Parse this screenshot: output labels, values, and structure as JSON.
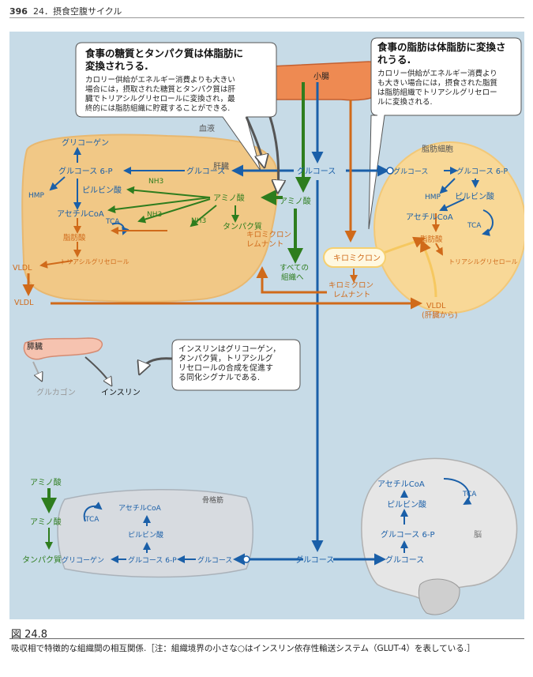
{
  "header": {
    "page_number": "396",
    "chapter": "24．摂食空腹サイクル"
  },
  "callouts": {
    "carb": {
      "title1": "食事の糖質とタンパク質は体脂肪に",
      "title2": "変換されうる.",
      "body": [
        "カロリー供給がエネルギー消費よりも大きい",
        "場合には，摂取された糖質とタンパク質は肝",
        "臓でトリアシルグリセロールに変換され，最",
        "終的には脂肪組織に貯蔵することができる."
      ]
    },
    "fat": {
      "title1": "食事の脂肪は体脂肪に変換さ",
      "title2": "れうる.",
      "body": [
        "カロリー供給がエネルギー消費より",
        "も大きい場合には，摂食された脂質",
        "は脂肪組織でトリアシルグリセロー",
        "ルに変換される."
      ]
    },
    "insulin": {
      "lines": [
        "インスリンはグリコーゲン，",
        "タンパク質，トリアシルグ",
        "リセロールの合成を促進す",
        "る同化シグナルである."
      ]
    }
  },
  "organs": {
    "liver": "肝臓",
    "blood": "血液",
    "adipose": "脂肪細胞",
    "intestine": "小腸",
    "pancreas": "膵臓",
    "muscle": "骨格筋",
    "brain": "脳"
  },
  "labels": {
    "glucose": "グルコース",
    "glucose6p": "グルコース 6-P",
    "glycogen": "グリコーゲン",
    "hmp": "HMP",
    "pyruvate": "ピルビン酸",
    "acetylcoa": "アセチルCoA",
    "tca": "TCA",
    "nh3": "NH3",
    "amino_acid": "アミノ酸",
    "protein": "タンパク質",
    "fatty_acid": "脂肪酸",
    "tag": "トリアシルグリセロール",
    "vldl": "VLDL",
    "vldl_from_liver": "(肝臓から)",
    "chylomicron": "キロミクロン",
    "chylo_remnant_1": "キロミクロン",
    "chylo_remnant_2": "レムナント",
    "to_all_1": "すべての",
    "to_all_2": "組織へ",
    "glucagon": "グルカゴン",
    "insulin": "インスリン"
  },
  "caption": {
    "title": "図 24.8",
    "text": "吸収相で特徴的な組織間の相互関係.［注：組織境界の小さな○はインスリン依存性輸送システム（GLUT-4）を表している.］"
  },
  "colors": {
    "blue": "#1a5fa8",
    "green": "#2e7d1e",
    "orange": "#d06a1a",
    "panel": "#c7dbe7",
    "liver": "#f1c886",
    "fat": "#f8d897",
    "muscle": "#d7dbe0",
    "brain": "#e6e6e6"
  }
}
